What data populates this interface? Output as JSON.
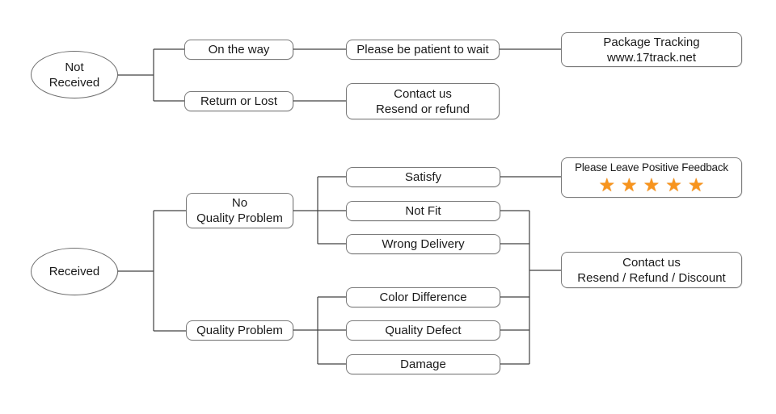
{
  "diagram": {
    "type": "flowchart",
    "colors": {
      "star": "#F7941E",
      "box_border": "#7A7A7A",
      "connector": "#404040",
      "text": "#1A1A1A",
      "background": "#FFFFFF"
    },
    "nodes": {
      "not_received": {
        "line1": "Not",
        "line2": "Received"
      },
      "on_the_way": {
        "label": "On the way"
      },
      "please_wait": {
        "label": "Please be patient to wait"
      },
      "package_tracking": {
        "line1": "Package Tracking",
        "line2": "www.17track.net"
      },
      "return_or_lost": {
        "label": "Return or Lost"
      },
      "contact_resend": {
        "line1": "Contact us",
        "line2": "Resend or refund"
      },
      "received": {
        "label": "Received"
      },
      "no_quality_problem": {
        "line1": "No",
        "line2": "Quality Problem"
      },
      "quality_problem": {
        "label": "Quality Problem"
      },
      "satisfy": {
        "label": "Satisfy"
      },
      "positive_feedback": {
        "label": "Please Leave Positive Feedback",
        "stars": "★★★★★",
        "star_count": 5
      },
      "not_fit": {
        "label": "Not Fit"
      },
      "wrong_delivery": {
        "label": "Wrong Delivery"
      },
      "color_difference": {
        "label": "Color Difference"
      },
      "quality_defect": {
        "label": "Quality Defect"
      },
      "damage": {
        "label": "Damage"
      },
      "contact_discount": {
        "line1": "Contact us",
        "line2": "Resend / Refund / Discount"
      }
    }
  }
}
